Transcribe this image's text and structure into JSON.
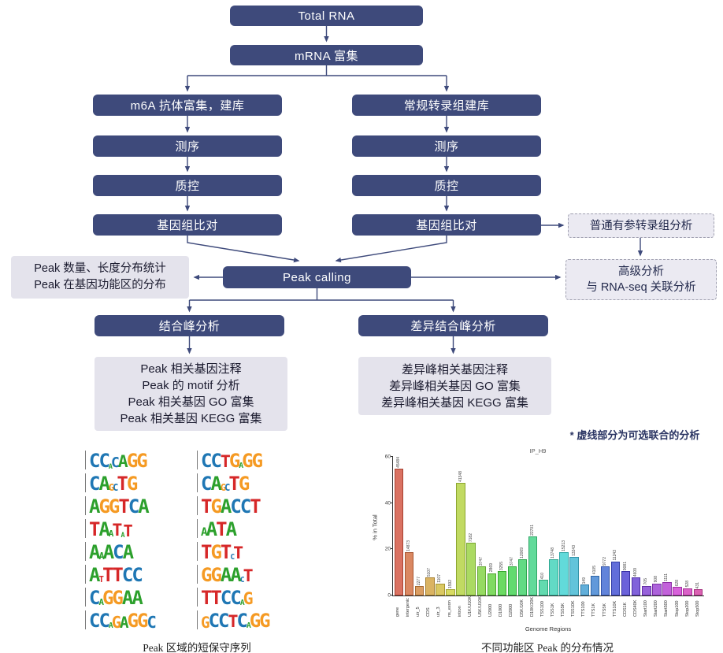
{
  "colors": {
    "node_fill": "#3e4a7b",
    "node_text": "#ffffff",
    "gray_fill": "#e4e3ec",
    "dashed_fill": "#ebeaf2",
    "arrow": "#3e4a7b"
  },
  "flow": {
    "total_rna": "Total RNA",
    "mrna_enrich": "mRNA 富集",
    "m6a_lib": "m6A 抗体富集，建库",
    "regular_lib": "常规转录组建库",
    "seq_left": "测序",
    "seq_right": "测序",
    "qc_left": "质控",
    "qc_right": "质控",
    "align_left": "基因组比对",
    "align_right": "基因组比对",
    "regular_analysis": "普通有参转录组分析",
    "peak_calling": "Peak calling",
    "peak_stats_line1": "Peak 数量、长度分布统计",
    "peak_stats_line2": "Peak 在基因功能区的分布",
    "advanced_line1": "高级分析",
    "advanced_line2": "与 RNA-seq 关联分析",
    "binding_analysis": "结合峰分析",
    "diff_binding_analysis": "差异结合峰分析",
    "binding_detail": [
      "Peak 相关基因注释",
      "Peak 的 motif 分析",
      "Peak 相关基因 GO 富集",
      "Peak 相关基因 KEGG 富集"
    ],
    "diff_detail": [
      "差异峰相关基因注释",
      "差异峰相关基因 GO 富集",
      "差异峰相关基因 KEGG 富集"
    ],
    "note": "* 虚线部分为可选联合的分析"
  },
  "captions": {
    "logos": "Peak 区域的短保守序列",
    "chart": "不同功能区 Peak 的分布情况"
  },
  "logos": {
    "base_colors": {
      "A": "#2ca02c",
      "C": "#1f77b4",
      "G": "#f59a23",
      "T": "#d62728"
    },
    "columns": [
      [
        [
          [
            "C",
            1
          ],
          [
            "C",
            1
          ],
          [
            "A",
            0.35
          ],
          [
            "C",
            0.75
          ],
          [
            "A",
            0.9
          ],
          [
            "G",
            1
          ],
          [
            "G",
            1
          ]
        ],
        [
          [
            "C",
            1
          ],
          [
            "A",
            1
          ],
          [
            "G",
            0.5
          ],
          [
            "C",
            0.5
          ],
          [
            "T",
            1
          ],
          [
            "G",
            1
          ]
        ],
        [
          [
            "A",
            1
          ],
          [
            "G",
            1
          ],
          [
            "G",
            1
          ],
          [
            "T",
            1
          ],
          [
            "C",
            1
          ],
          [
            "A",
            1
          ]
        ],
        [
          [
            "T",
            1
          ],
          [
            "A",
            1
          ],
          [
            "A",
            0.45
          ],
          [
            "T",
            0.9
          ],
          [
            "A",
            0.35
          ],
          [
            "T",
            0.85
          ]
        ],
        [
          [
            "A",
            1
          ],
          [
            "A",
            0.5
          ],
          [
            "A",
            1
          ],
          [
            "C",
            1
          ],
          [
            "A",
            1
          ]
        ],
        [
          [
            "A",
            1
          ],
          [
            "T",
            0.45
          ],
          [
            "T",
            1
          ],
          [
            "T",
            1
          ],
          [
            "C",
            1
          ],
          [
            "C",
            1
          ]
        ],
        [
          [
            "C",
            1
          ],
          [
            "A",
            0.45
          ],
          [
            "G",
            1
          ],
          [
            "G",
            1
          ],
          [
            "A",
            1
          ],
          [
            "A",
            1
          ]
        ],
        [
          [
            "C",
            1
          ],
          [
            "C",
            1
          ],
          [
            "A",
            0.4
          ],
          [
            "G",
            0.85
          ],
          [
            "A",
            0.8
          ],
          [
            "G",
            1
          ],
          [
            "G",
            1
          ],
          [
            "C",
            0.85
          ]
        ]
      ],
      [
        [
          [
            "C",
            1
          ],
          [
            "C",
            1
          ],
          [
            "T",
            0.9
          ],
          [
            "G",
            1
          ],
          [
            "A",
            0.4
          ],
          [
            "G",
            1
          ],
          [
            "G",
            1
          ]
        ],
        [
          [
            "C",
            1
          ],
          [
            "A",
            1
          ],
          [
            "G",
            0.5
          ],
          [
            "C",
            0.5
          ],
          [
            "T",
            1
          ],
          [
            "G",
            1
          ]
        ],
        [
          [
            "T",
            1
          ],
          [
            "G",
            1
          ],
          [
            "A",
            1
          ],
          [
            "C",
            1
          ],
          [
            "C",
            1
          ],
          [
            "T",
            1
          ]
        ],
        [
          [
            "A",
            0.6
          ],
          [
            "A",
            1
          ],
          [
            "T",
            1
          ],
          [
            "A",
            1
          ]
        ],
        [
          [
            "T",
            1
          ],
          [
            "G",
            1
          ],
          [
            "T",
            1
          ],
          [
            "C",
            0.4
          ],
          [
            "T",
            0.9
          ]
        ],
        [
          [
            "G",
            1
          ],
          [
            "G",
            1
          ],
          [
            "A",
            1
          ],
          [
            "A",
            1
          ],
          [
            "C",
            0.4
          ],
          [
            "T",
            0.9
          ]
        ],
        [
          [
            "T",
            1
          ],
          [
            "T",
            1
          ],
          [
            "C",
            1
          ],
          [
            "C",
            1
          ],
          [
            "A",
            0.4
          ],
          [
            "G",
            0.9
          ]
        ],
        [
          [
            "G",
            0.8
          ],
          [
            "C",
            1
          ],
          [
            "C",
            1
          ],
          [
            "T",
            0.9
          ],
          [
            "C",
            1
          ],
          [
            "A",
            0.4
          ],
          [
            "G",
            1
          ],
          [
            "G",
            1
          ]
        ]
      ]
    ]
  },
  "chart_data": {
    "type": "bar",
    "title": "IP_H9",
    "xlabel": "Genome Regions",
    "ylabel": "% in Total",
    "ylim": [
      0,
      60
    ],
    "yticks": [
      0,
      20,
      40,
      60
    ],
    "legend": false,
    "grid": false,
    "categories": [
      "gene",
      "intergenic",
      "utr_5",
      "CDS",
      "utr_3",
      "ns_exon",
      "intron",
      "U1K/U10K",
      "U5K/U10K",
      "U2000",
      "D1000",
      "D2000",
      "D5K/10K",
      "D10K/20K",
      "TSS100",
      "TSS1K",
      "TSS5K",
      "TSS10K",
      "TTS100",
      "TTS1K",
      "TTS5K",
      "TTS10K",
      "CDS1K",
      "CDS40K",
      "Start100",
      "Start200",
      "Start500",
      "Stop100",
      "Stop200",
      "Stop500"
    ],
    "values": [
      55,
      18,
      3.5,
      7,
      4.5,
      2,
      48,
      22,
      12,
      9,
      10,
      12,
      15,
      25,
      6,
      15,
      18,
      16,
      4,
      8,
      12,
      14,
      10,
      7,
      3.5,
      4.5,
      5,
      3,
      2.5,
      2
    ],
    "bar_labels": [
      "45484",
      "14873",
      "2277",
      "5107",
      "1107",
      "1592",
      "41348",
      "7182",
      "3747",
      "2869",
      "3255",
      "3747",
      "12069",
      "22701",
      "410",
      "13748",
      "15213",
      "13243",
      "149",
      "4105",
      "9772",
      "11243",
      "9081",
      "4609",
      "705",
      "908",
      "1111",
      "628",
      "528",
      "431"
    ],
    "hue_start": 8,
    "hue_end": 320
  }
}
